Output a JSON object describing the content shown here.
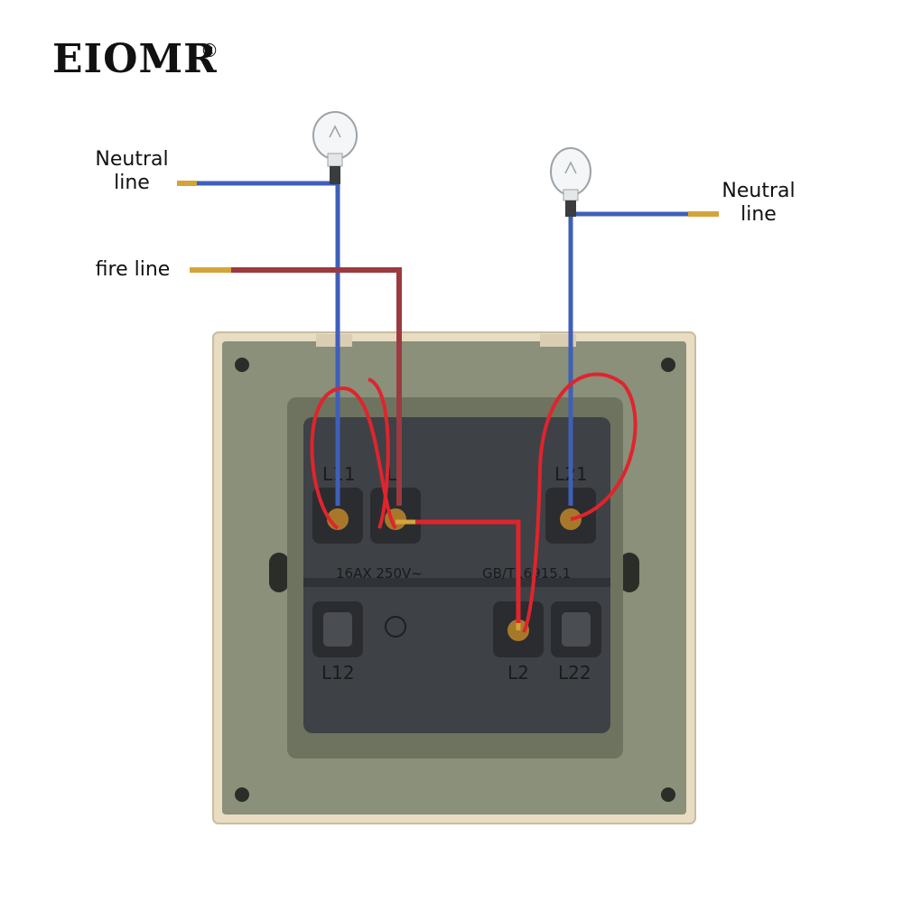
{
  "brand": {
    "name": "EIOMR",
    "registered": "®"
  },
  "labels": {
    "neutral_left_1": "Neutral",
    "neutral_left_2": "line",
    "fire": "fire line",
    "neutral_right_1": "Neutral",
    "neutral_right_2": "line"
  },
  "terminals": {
    "l11": "L11",
    "l": "L",
    "l21": "L21",
    "l12": "L12",
    "l2": "L2",
    "l22": "L22"
  },
  "molding": {
    "rating": "16AX 250V~",
    "standard": "GB/T16915.1"
  },
  "colors": {
    "neutral_wire": "#3f5fb8",
    "fire_wire": "#9c3a40",
    "jumper_wire": "#e0242c",
    "plate": "#8a9079",
    "frame": "#e8dcc2",
    "module": "#3e4146"
  }
}
